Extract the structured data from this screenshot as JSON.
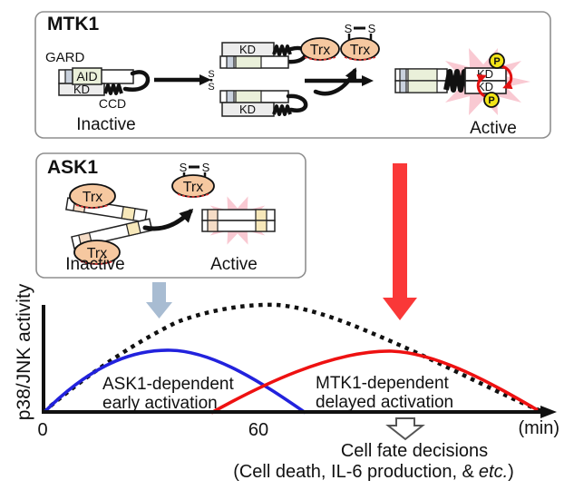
{
  "panels": {
    "mtk1_title": "MTK1",
    "ask1_title": "ASK1"
  },
  "labels": {
    "gard": "GARD",
    "aid": "AID",
    "kd": "KD",
    "ccd": "CCD",
    "trx": "Trx",
    "s": "S",
    "phospho": "P",
    "inactive": "Inactive",
    "active": "Active"
  },
  "chart": {
    "ylabel": "p38/JNK activity",
    "tick0": "0",
    "tick60": "60",
    "xunit": "(min)",
    "blue_line1": "ASK1-dependent",
    "blue_line2": "early activation",
    "red_line1": "MTK1-dependent",
    "red_line2": "delayed activation"
  },
  "footer": {
    "line1": "Cell fate decisions",
    "line2_pre": "(Cell death, IL-6 production, &",
    "line2_italic": "etc.",
    "line2_post": ")"
  },
  "colors": {
    "blue_curve": "#2222dd",
    "red_curve": "#ee1111",
    "curve_total": "#111111",
    "trx_fill": "#f6c8a0",
    "domain_green": "#eaf0da",
    "domain_bluegray": "#c9d1dd",
    "kd_gray": "#ececec",
    "bar_peach": "#f5dcc6",
    "bar_cream": "#f7e8ba",
    "phospho_yellow": "#f2e418",
    "burst_pink": "#f9c9d2",
    "gray_arrow": "#a8bcd2",
    "red_arrow": "#fa3838",
    "panel_border": "#8f8f8f"
  },
  "chart_data": {
    "type": "line",
    "title": "",
    "xlabel": "(min)",
    "ylabel": "p38/JNK activity",
    "x_ticks": [
      0,
      60
    ],
    "x_range": [
      0,
      140
    ],
    "y_range": [
      0,
      1
    ],
    "grid": false,
    "legend": "inline-annotations",
    "series": [
      {
        "name": "ASK1-dependent early activation",
        "color": "#2222dd",
        "style": "solid",
        "points": [
          [
            0,
            0
          ],
          [
            10,
            0.33
          ],
          [
            20,
            0.52
          ],
          [
            35,
            0.6
          ],
          [
            50,
            0.45
          ],
          [
            62,
            0.22
          ],
          [
            73,
            0
          ]
        ]
      },
      {
        "name": "MTK1-dependent delayed activation",
        "color": "#ee1111",
        "style": "solid",
        "points": [
          [
            47,
            0
          ],
          [
            60,
            0.2
          ],
          [
            75,
            0.45
          ],
          [
            97,
            0.58
          ],
          [
            115,
            0.38
          ],
          [
            130,
            0.12
          ],
          [
            138,
            0
          ]
        ]
      },
      {
        "name": "Total p38/JNK activity",
        "color": "#111111",
        "style": "dotted",
        "points": [
          [
            0,
            0
          ],
          [
            10,
            0.38
          ],
          [
            25,
            0.68
          ],
          [
            45,
            0.92
          ],
          [
            63,
            1.0
          ],
          [
            80,
            0.92
          ],
          [
            97,
            0.7
          ],
          [
            115,
            0.42
          ],
          [
            130,
            0.15
          ],
          [
            138,
            0
          ]
        ]
      }
    ],
    "annotations": [
      "ASK1-dependent early activation",
      "MTK1-dependent delayed activation",
      "Cell fate decisions (Cell death, IL-6 production, & etc.)"
    ]
  }
}
